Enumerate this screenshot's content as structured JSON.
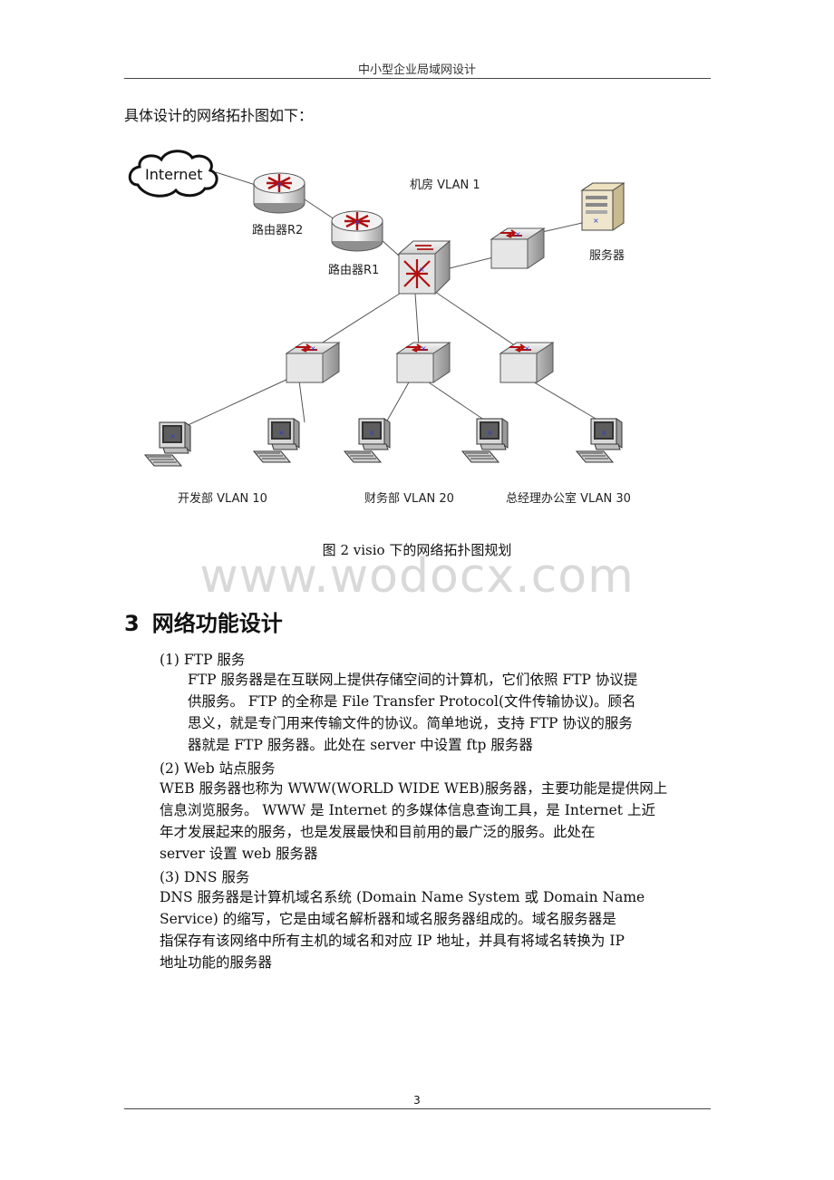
{
  "header": {
    "title": "中小型企业局域网设计"
  },
  "intro": "具体设计的网络拓扑图如下：",
  "diagram": {
    "internet_label": "Internet",
    "room_label": "机房  VLAN 1",
    "router2_label": "路由器R2",
    "router1_label": "路由器R1",
    "server_label": "服务器",
    "vlan10_label": "开发部  VLAN 10",
    "vlan20_label": "财务部  VLAN 20",
    "vlan30_label": "总经理办公室 VLAN 30"
  },
  "caption": "图 2    visio 下的网络拓扑图规划",
  "watermark": "www.wodocx.com",
  "section": {
    "number": "3",
    "title": "网络功能设计"
  },
  "items": [
    {
      "head": "(1) FTP 服务",
      "lines": [
        "FTP 服务器是在互联网上提供存储空间的计算机，它们依照 FTP 协议提",
        "供服务。 FTP 的全称是 File Transfer Protocol(文件传输协议)。顾名",
        "思义，就是专门用来传输文件的协议。简单地说，支持 FTP 协议的服务",
        "器就是 FTP 服务器。此处在 server 中设置 ftp 服务器"
      ]
    },
    {
      "head": "(2) Web 站点服务",
      "lines": [
        "  WEB 服务器也称为 WWW(WORLD WIDE WEB)服务器，主要功能是提供网上",
        "信息浏览服务。 WWW 是 Internet 的多媒体信息查询工具，是 Internet 上近",
        "年才发展起来的服务，也是发展最快和目前用的最广泛的服务。此处在",
        "server 设置 web 服务器"
      ]
    },
    {
      "head": "(3) DNS 服务",
      "lines": [
        "  DNS 服务器是计算机域名系统 (Domain Name System 或 Domain Name",
        "Service) 的缩写，它是由域名解析器和域名服务器组成的。域名服务器是",
        "指保存有该网络中所有主机的域名和对应 IP 地址，并具有将域名转换为 IP",
        "地址功能的服务器"
      ]
    }
  ],
  "page_number": "3"
}
